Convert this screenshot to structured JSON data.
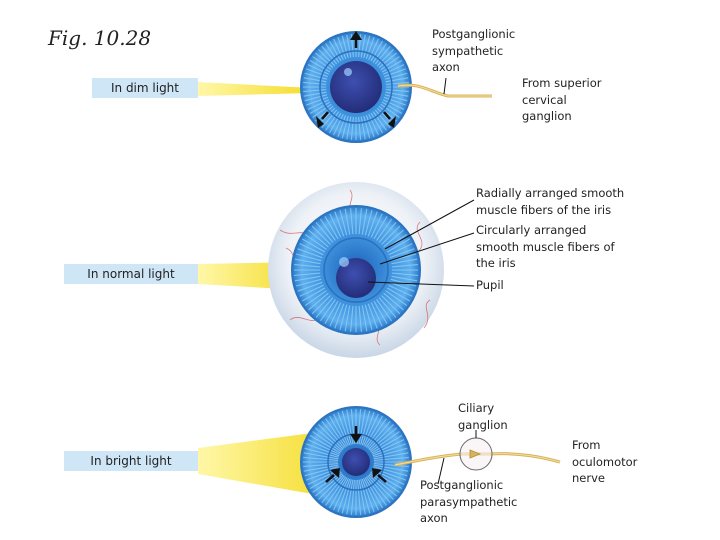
{
  "figure": {
    "title": "Fig. 10.28"
  },
  "panels": {
    "dim": {
      "condition": "In dim light"
    },
    "normal": {
      "condition": "In normal light"
    },
    "bright": {
      "condition": "In bright light"
    }
  },
  "labels": {
    "postganglionic_sympathetic": "Postganglionic\nsympathetic\naxon",
    "superior_cervical": "From superior\ncervical\nganglion",
    "radial_muscle": "Radially arranged smooth\nmuscle fibers of the iris",
    "circular_muscle": "Circularly arranged\nsmooth muscle fibers of\nthe iris",
    "pupil": "Pupil",
    "ciliary_ganglion": "Ciliary\nganglion",
    "oculomotor": "From\noculomotor\nnerve",
    "postganglionic_parasympathetic": "Postganglionic\nparasympathetic\naxon"
  },
  "colors": {
    "iris": "#3a8ad6",
    "pupil": "#2c3b8e",
    "light_beam": "#f5e23a",
    "nerve": "#d8b35a",
    "label_box": "#cfe6f7"
  }
}
